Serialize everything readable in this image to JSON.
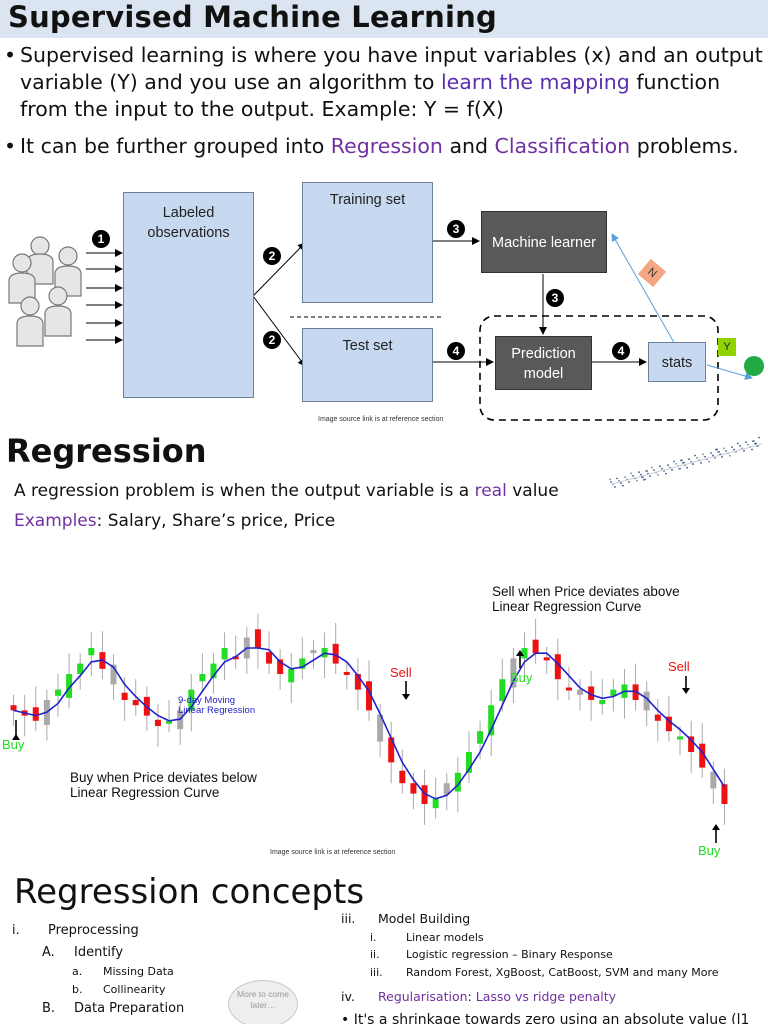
{
  "section1": {
    "title": "Supervised Machine Learning",
    "bullet1": {
      "part1": "Supervised learning is where you have input variables (x) and an output",
      "part2a": "variable (Y) and you use an algorithm to ",
      "highlight": "learn the mapping",
      "part2b": " function",
      "part3": "from the input to the output. Example: Y = f(X)"
    },
    "bullet2": {
      "pre": "It can be further grouped into ",
      "regression": "Regression",
      "mid": " and ",
      "classification": "Classification",
      "post": " problems."
    }
  },
  "diagram": {
    "labeled": "Labeled observations",
    "training": "Training set",
    "test": "Test set",
    "learner": "Machine learner",
    "prediction": "Prediction model",
    "stats": "stats",
    "n_tag": "N",
    "y_tag": "Y",
    "steps": [
      "1",
      "2",
      "2",
      "3",
      "3",
      "4",
      "4"
    ],
    "source": "Image source link is at reference section"
  },
  "regression": {
    "title": "Regression",
    "line1_pre": "A regression problem is when the output variable is a ",
    "line1_real": "real",
    "line1_post": " value",
    "examples_label": "Examples",
    "examples_text": ": Salary, Share’s price, Price"
  },
  "chart": {
    "sell_label": "Sell when Price deviates above Linear Regression Curve",
    "sell_line1": "Sell when Price deviates above",
    "sell_line2": "Linear Regression Curve",
    "buy_line1": "Buy when Price deviates below",
    "buy_line2": "Linear Regression Curve",
    "ma_line1": "9-day Moving",
    "ma_line2": "Linear Regression",
    "sell": "Sell",
    "buy": "Buy",
    "source": "Image source link is at reference section",
    "colors": {
      "up": "#22dd22",
      "down": "#ee1111",
      "neutral": "#aaaaaa",
      "curve": "#2222cc"
    }
  },
  "chart_data": {
    "type": "candlestick",
    "title": "",
    "closes": [
      48,
      47,
      46,
      50,
      52,
      55,
      57,
      60,
      56,
      53,
      50,
      49,
      47,
      45,
      46,
      48,
      52,
      55,
      57,
      60,
      58,
      62,
      60,
      57,
      55,
      56,
      58,
      59,
      60,
      57,
      55,
      52,
      48,
      42,
      38,
      34,
      32,
      30,
      31,
      34,
      36,
      40,
      44,
      49,
      54,
      58,
      60,
      59,
      58,
      54,
      52,
      51,
      50,
      50,
      52,
      53,
      50,
      48,
      46,
      44,
      43,
      40,
      37,
      33,
      30
    ]
  },
  "concepts": {
    "title": "Regression concepts",
    "i_num": "i.",
    "i_label": "Preprocessing",
    "A_num": "A.",
    "A_label": "Identify",
    "a_num": "a.",
    "a_label": "Missing Data",
    "b_num": "b.",
    "b_label": "Collinearity",
    "B_num": "B.",
    "B_label": "Data Preparation",
    "iii_num": "iii.",
    "iii_label": "Model Building",
    "m1_num": "i.",
    "m1_label": "Linear models",
    "m2_num": "ii.",
    "m2_label": "Logistic regression – Binary Response",
    "m3_num": "iii.",
    "m3_label": "Random Forest, XgBoost, CatBoost, SVM and many More",
    "iv_num": "iv.",
    "iv_label": "Regularisation",
    "iv_colon": ": ",
    "iv_text": "Lasso vs ridge penalty",
    "shrink": "•  It's a shrinkage towards zero using an absolute value (l1",
    "more": "More to come later…"
  }
}
